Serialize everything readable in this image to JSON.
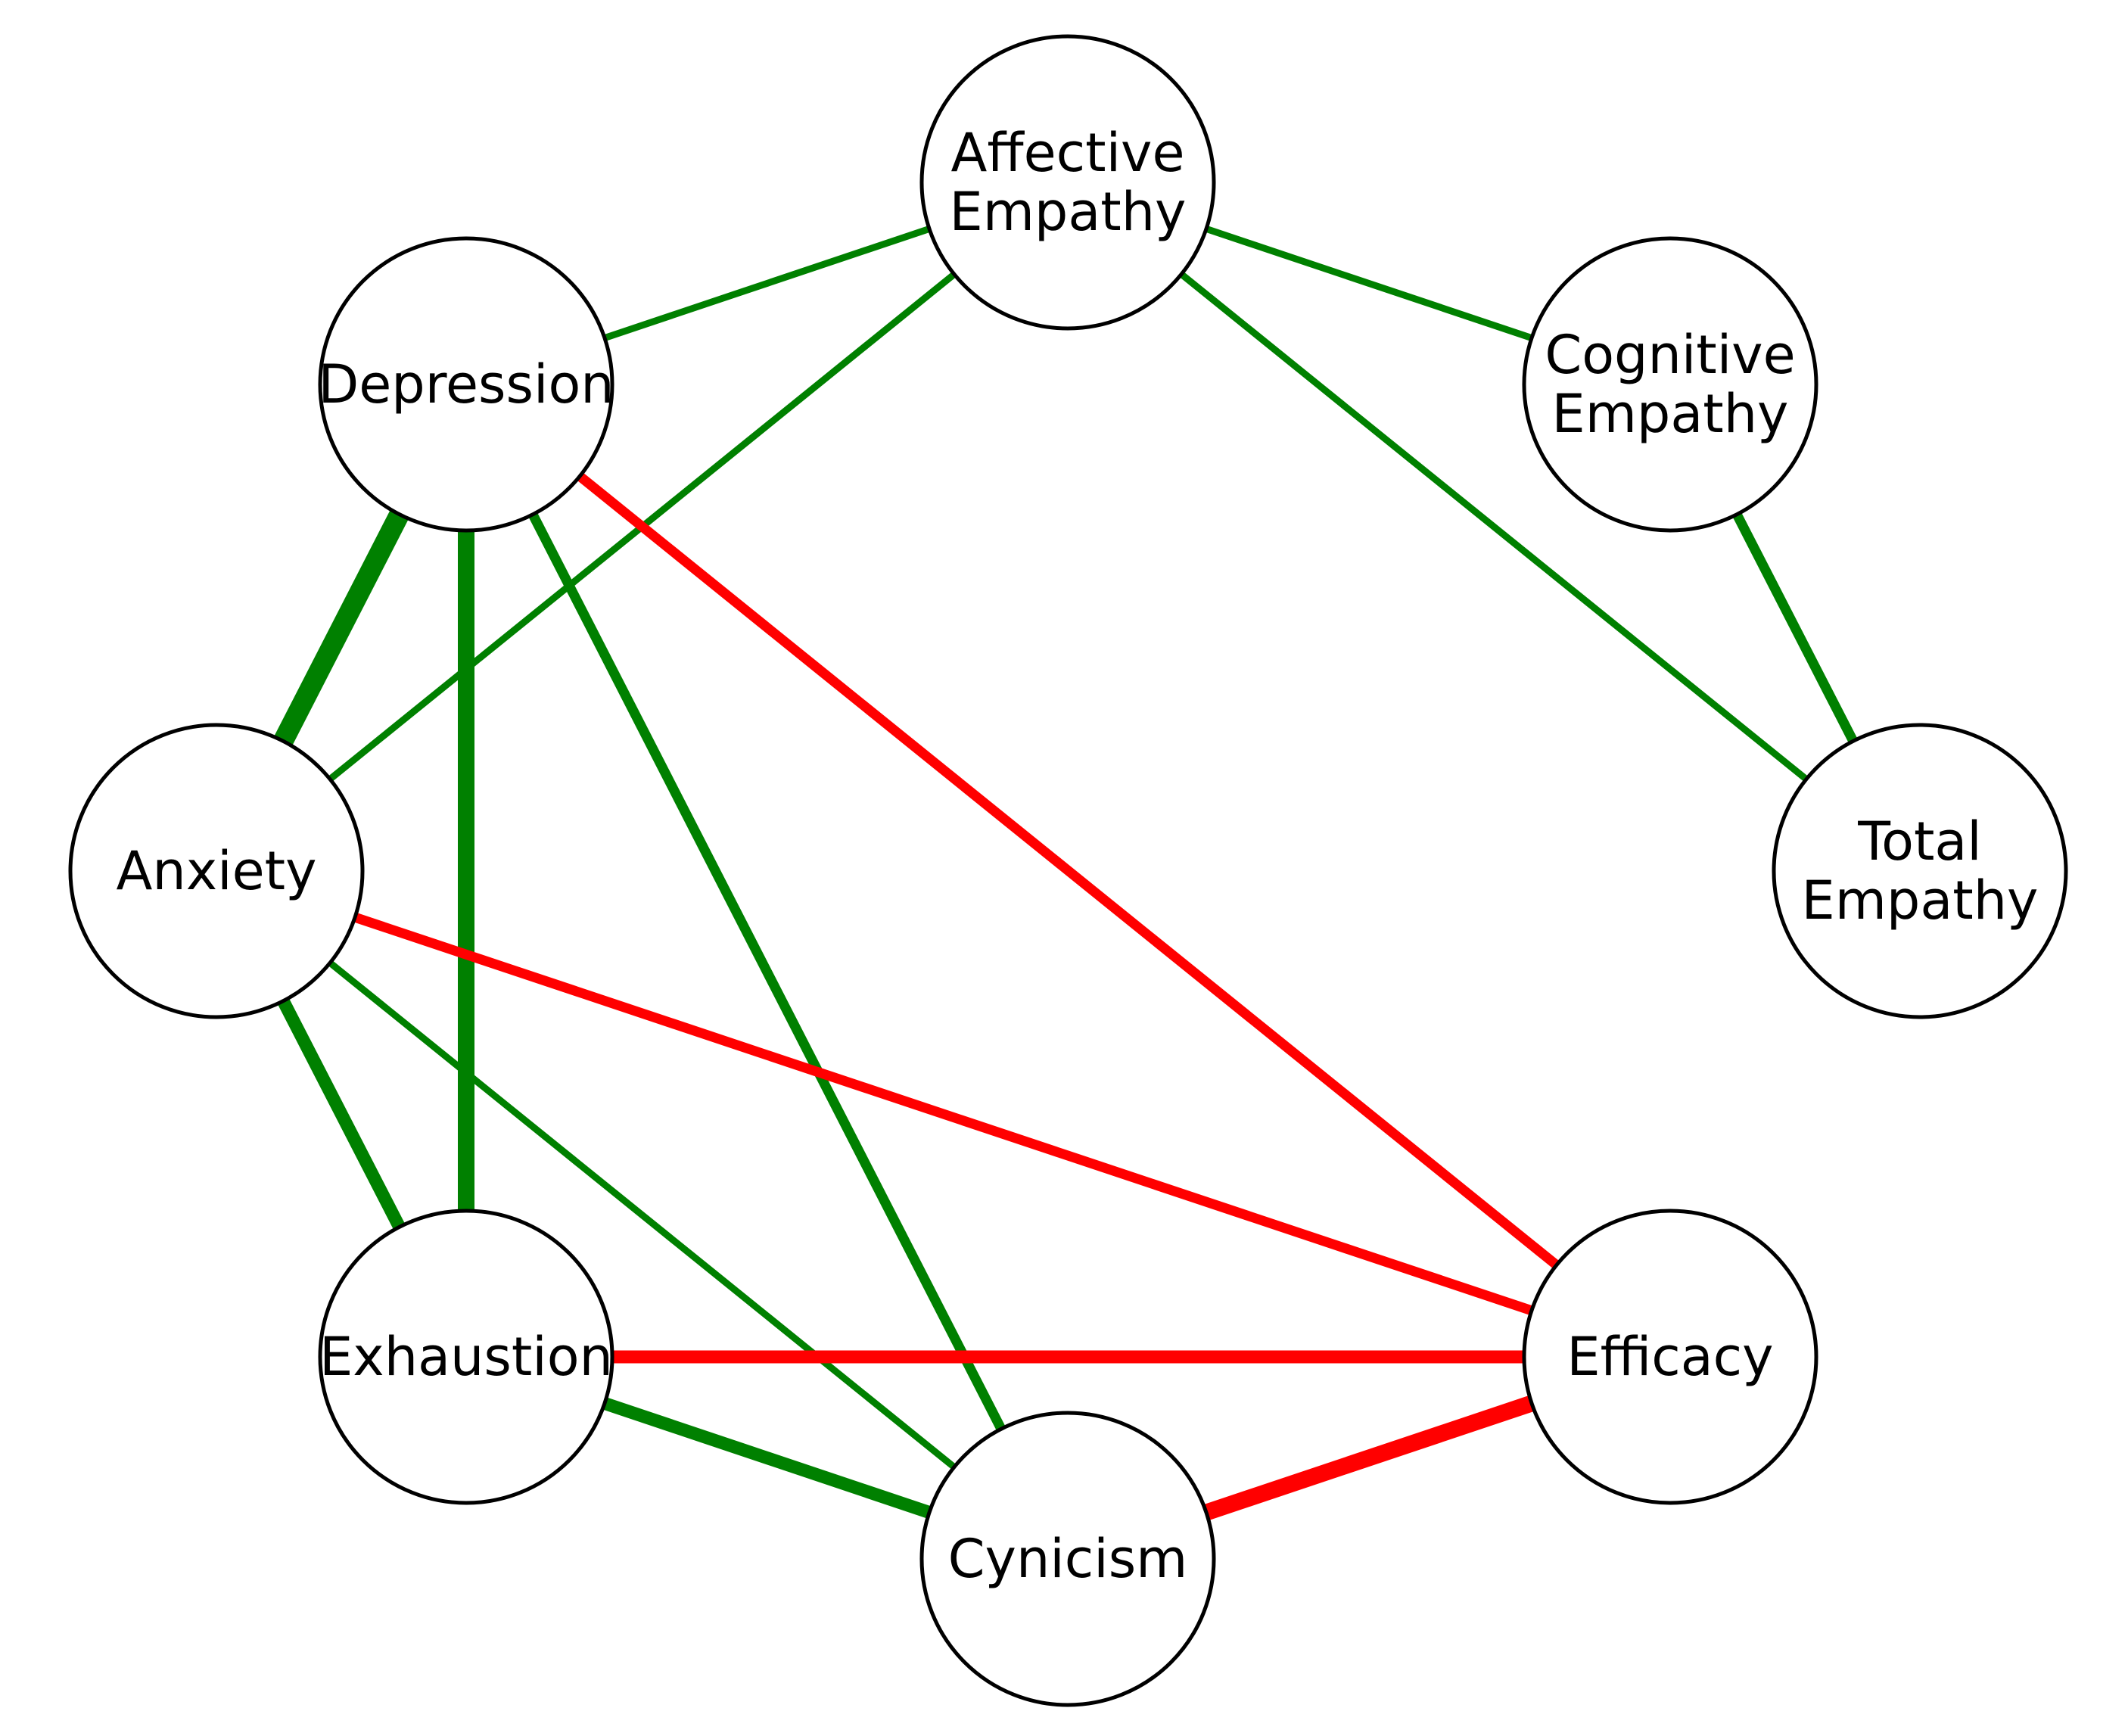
{
  "colors": {
    "positive": "#008000",
    "negative": "#ff0000",
    "node_fill": "#ffffff",
    "node_stroke": "#000000"
  },
  "nodes": [
    {
      "id": "affective",
      "lines": [
        "Affective",
        "Empathy"
      ]
    },
    {
      "id": "cognitive",
      "lines": [
        "Cognitive",
        "Empathy"
      ]
    },
    {
      "id": "total",
      "lines": [
        "Total",
        "Empathy"
      ]
    },
    {
      "id": "efficacy",
      "lines": [
        "Efficacy"
      ]
    },
    {
      "id": "cynicism",
      "lines": [
        "Cynicism"
      ]
    },
    {
      "id": "exhaustion",
      "lines": [
        "Exhaustion"
      ]
    },
    {
      "id": "anxiety",
      "lines": [
        "Anxiety"
      ]
    },
    {
      "id": "depression",
      "lines": [
        "Depression"
      ]
    }
  ],
  "edges": [
    {
      "from": "affective",
      "to": "cognitive",
      "sign": "positive",
      "strength": 1
    },
    {
      "from": "affective",
      "to": "total",
      "sign": "positive",
      "strength": 1
    },
    {
      "from": "affective",
      "to": "depression",
      "sign": "positive",
      "strength": 1
    },
    {
      "from": "affective",
      "to": "anxiety",
      "sign": "positive",
      "strength": 1
    },
    {
      "from": "cognitive",
      "to": "total",
      "sign": "positive",
      "strength": 2
    },
    {
      "from": "depression",
      "to": "anxiety",
      "sign": "positive",
      "strength": 5
    },
    {
      "from": "depression",
      "to": "exhaustion",
      "sign": "positive",
      "strength": 4
    },
    {
      "from": "depression",
      "to": "cynicism",
      "sign": "positive",
      "strength": 2
    },
    {
      "from": "depression",
      "to": "efficacy",
      "sign": "negative",
      "strength": 2
    },
    {
      "from": "anxiety",
      "to": "exhaustion",
      "sign": "positive",
      "strength": 3
    },
    {
      "from": "anxiety",
      "to": "cynicism",
      "sign": "positive",
      "strength": 1
    },
    {
      "from": "anxiety",
      "to": "efficacy",
      "sign": "negative",
      "strength": 2
    },
    {
      "from": "exhaustion",
      "to": "efficacy",
      "sign": "negative",
      "strength": 3
    },
    {
      "from": "exhaustion",
      "to": "cynicism",
      "sign": "positive",
      "strength": 3
    },
    {
      "from": "cynicism",
      "to": "efficacy",
      "sign": "negative",
      "strength": 4
    }
  ]
}
